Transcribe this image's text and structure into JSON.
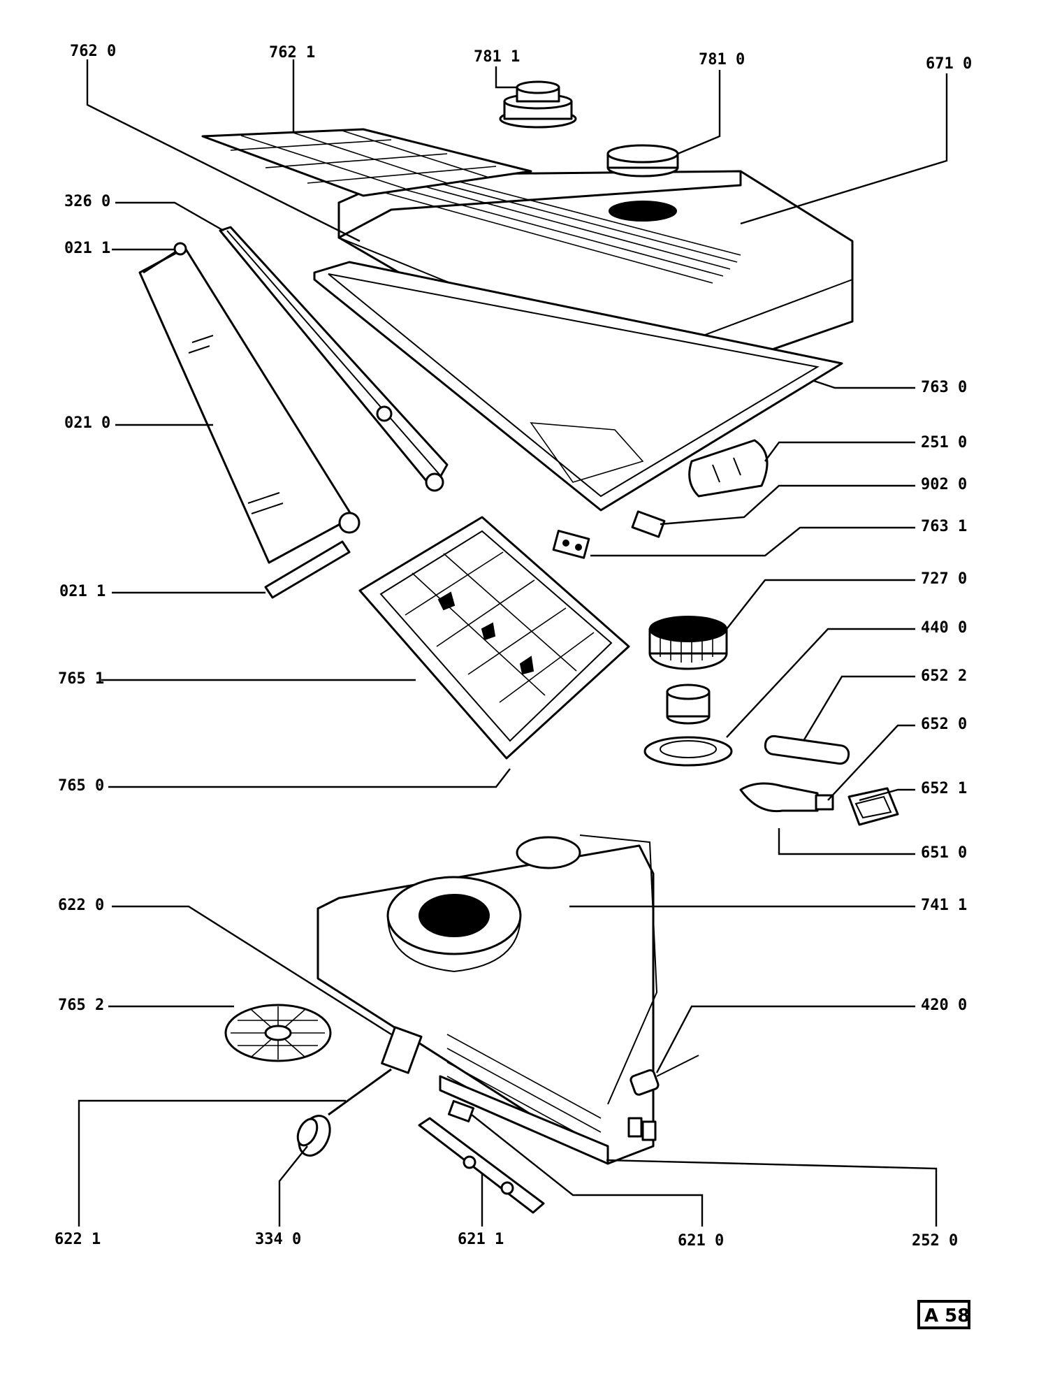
{
  "labels": {
    "p7620": "762 0",
    "p7621": "762 1",
    "p7811": "781 1",
    "p7810": "781 0",
    "p6710": "671 0",
    "p3260": "326 0",
    "p0211a": "021 1",
    "p0210": "021 0",
    "p7630": "763 0",
    "p2510": "251 0",
    "p9020": "902 0",
    "p7631": "763 1",
    "p0211b": "021 1",
    "p7270": "727 0",
    "p4400": "440 0",
    "p7651": "765 1",
    "p6522": "652 2",
    "p6520": "652 0",
    "p7650": "765 0",
    "p6521": "652 1",
    "p6510": "651 0",
    "p6220": "622 0",
    "p7411": "741 1",
    "p7652": "765 2",
    "p4200": "420 0",
    "p6221": "622 1",
    "p3340": "334 0",
    "p6211": "621 1",
    "p6210": "621 0",
    "p2520": "252 0"
  },
  "reference": "A 58",
  "colors": {
    "ink": "#000000",
    "paper": "#ffffff"
  }
}
